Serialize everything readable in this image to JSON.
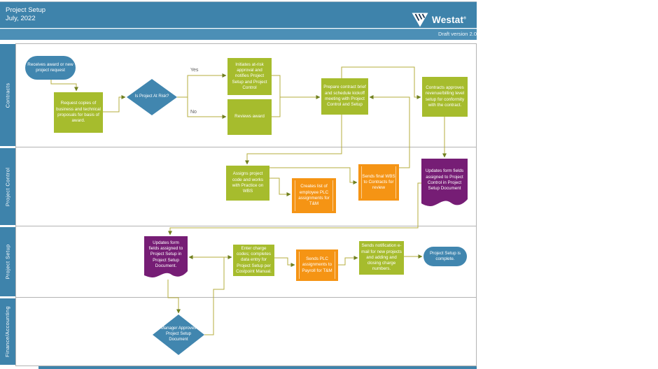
{
  "header": {
    "title_line1": "Project Setup",
    "title_line2": "July, 2022",
    "brand": "Westat",
    "brand_reg": "®",
    "version": "Draft version 2.0"
  },
  "lanes": [
    {
      "label": "Contracts"
    },
    {
      "label": "Project Control"
    },
    {
      "label": "Project Setup"
    },
    {
      "label": "Finance/Accounting"
    }
  ],
  "decision_labels": {
    "yes": "Yes",
    "no": "No"
  },
  "nodes": {
    "receives_award": "Receives award or new project request",
    "request_copies": "Request copies of business and technical proposals for basis of award.",
    "is_at_risk": "Is Project At Risk?",
    "initiates_at_risk": "Initiates at-risk approval and notifies Project Setup and Project Control",
    "reviews_award": "Reviews award",
    "prepare_brief": "Prepare contract brief and schedule kickoff meeting with Project Control and Setup",
    "contracts_approves": "Contracts approves revenue/billing level setup for conformity with the contract.",
    "assigns_code": "Assigns project code and works with Practice on WBS",
    "creates_plc_list": "Creates list of employee PLC assignments for T&M",
    "sends_final_wbs": "Sends final WBS to Contracts for review",
    "updates_fields_control": "Updates form fields assigned to Project Control in Project Setup Document",
    "updates_fields_setup": "Updates form fields assigned to Project Setup in Project Setup Document.",
    "enter_charge_codes": "Enter charge codes; completes data entry for Project Setup per Costpoint Manual.",
    "sends_plc_payroll": "Sends PLC assignments to Payroll for T&M",
    "sends_notification": "Sends notification e-mail for new projects and adding and closing charge numbers.",
    "setup_complete": "Project Setup is complete.",
    "manager_approves": "Manager Approves Project Setup Document"
  },
  "colors": {
    "header_blue": "#3E83AB",
    "version_blue": "#4C8FB6",
    "shape_blue": "#4186AF",
    "shape_green": "#A6BC2D",
    "shape_orange": "#F59414",
    "shape_purple": "#761D75",
    "connector": "#B6AD3E",
    "arrowhead": "#70801F"
  }
}
